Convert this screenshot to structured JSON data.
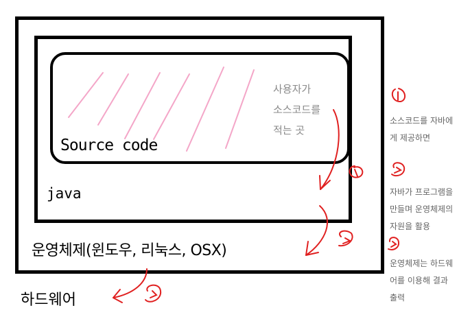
{
  "labels": {
    "source_code": "Source code",
    "java": "java",
    "os": "운영체제(윈도우, 리눅스, OSX)",
    "hardware": "하드웨어"
  },
  "user_note": {
    "lines": [
      "사용자가",
      "소스코드를",
      "적는 곳"
    ]
  },
  "side_notes": [
    {
      "lines": [
        "소스코드를 자바에",
        "게 제공하면"
      ]
    },
    {
      "lines": [
        "자바가 프로그램을",
        "만들며 운영체제의",
        "자원을 활용"
      ]
    },
    {
      "lines": [
        "운영체제는 하드웨",
        "어를 이용해 결과",
        "출력"
      ]
    }
  ],
  "colors": {
    "box": "#000000",
    "arrow": "#e02020",
    "hatch": "#f4a6c8",
    "note_text": "#8a8a8a"
  }
}
